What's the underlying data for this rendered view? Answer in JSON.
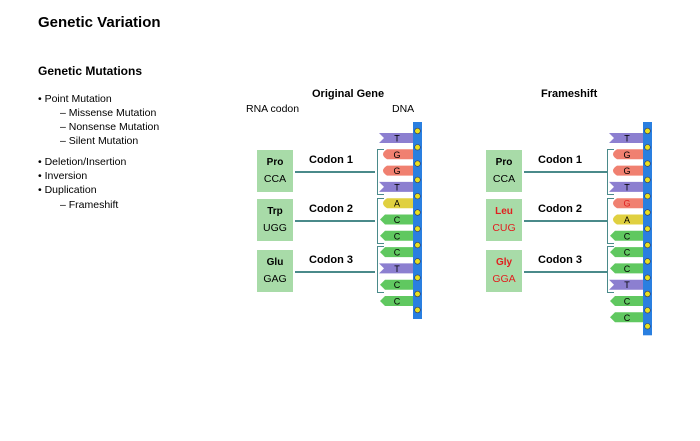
{
  "title": "Genetic Variation",
  "subtitle": "Genetic Mutations",
  "bullets": [
    {
      "text": "• Point Mutation",
      "level": 0
    },
    {
      "text": "– Missense Mutation",
      "level": 1
    },
    {
      "text": "– Nonsense Mutation",
      "level": 1
    },
    {
      "text": "– Silent Mutation",
      "level": 1
    },
    {
      "text": "• Deletion/Insertion",
      "level": 0
    },
    {
      "text": "• Inversion",
      "level": 0
    },
    {
      "text": "• Duplication",
      "level": 0
    },
    {
      "text": "– Frameshift",
      "level": 1
    }
  ],
  "original": {
    "header": "Original Gene",
    "rna_label": "RNA codon",
    "dna_label": "DNA",
    "codons": [
      {
        "label": "Codon 1",
        "aa": "Pro",
        "rna": "CCA",
        "mutated": false
      },
      {
        "label": "Codon 2",
        "aa": "Trp",
        "rna": "UGG",
        "mutated": false
      },
      {
        "label": "Codon 3",
        "aa": "Glu",
        "rna": "GAG",
        "mutated": false
      }
    ],
    "bases": [
      "T",
      "G",
      "G",
      "T",
      "A",
      "C",
      "C",
      "C",
      "T",
      "C",
      "C"
    ]
  },
  "frameshift": {
    "header": "Frameshift",
    "codons": [
      {
        "label": "Codon 1",
        "aa": "Pro",
        "rna": "CCA",
        "mutated": false
      },
      {
        "label": "Codon 2",
        "aa": "Leu",
        "rna": "CUG",
        "mutated": true
      },
      {
        "label": "Codon 3",
        "aa": "Gly",
        "rna": "GGA",
        "mutated": true
      }
    ],
    "bases": [
      "T",
      "G",
      "G",
      "T",
      "G",
      "A",
      "C",
      "C",
      "C",
      "T",
      "C",
      "C"
    ]
  },
  "colors": {
    "backbone": "#2a7fe0",
    "node": "#e8e020",
    "aa_box": "#a8dba8",
    "mutated_text": "#e02020",
    "base_T": "#8c7fd0",
    "base_G": "#f08070",
    "base_A": "#e0d040",
    "base_C": "#60c860"
  }
}
